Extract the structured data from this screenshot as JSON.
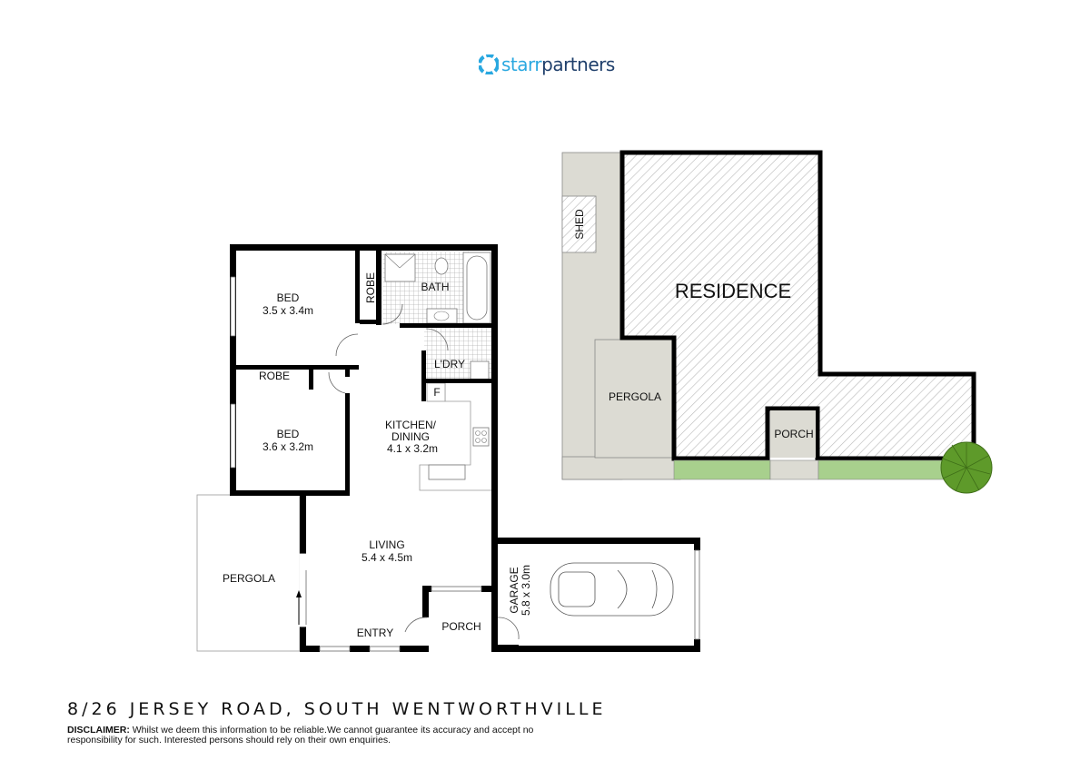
{
  "brand": {
    "name_part1": "starr",
    "name_part2": "partners",
    "accent_color": "#2aa8e0",
    "dark_color": "#1f3f6b"
  },
  "floor_plan": {
    "rooms": [
      {
        "id": "bed1",
        "name": "BED",
        "size": "3.5 x 3.4m"
      },
      {
        "id": "robe1",
        "name": "ROBE"
      },
      {
        "id": "bath",
        "name": "BATH"
      },
      {
        "id": "laundry",
        "name": "L'DRY"
      },
      {
        "id": "robe2",
        "name": "ROBE"
      },
      {
        "id": "fridge",
        "name": "F"
      },
      {
        "id": "bed2",
        "name": "BED",
        "size": "3.6 x 3.2m"
      },
      {
        "id": "kitchen",
        "name": "KITCHEN/",
        "name2": "DINING",
        "size": "4.1 x 3.2m"
      },
      {
        "id": "living",
        "name": "LIVING",
        "size": "5.4 x 4.5m"
      },
      {
        "id": "pergola",
        "name": "PERGOLA"
      },
      {
        "id": "entry",
        "name": "ENTRY"
      },
      {
        "id": "porch",
        "name": "PORCH"
      },
      {
        "id": "garage",
        "name": "GARAGE",
        "size": "5.8 x 3.0m"
      }
    ]
  },
  "site_plan": {
    "labels": {
      "residence": "RESIDENCE",
      "shed": "SHED",
      "pergola": "PERGOLA",
      "porch": "PORCH"
    },
    "colors": {
      "paving": "#dcdbd3",
      "lawn": "#a8d08d",
      "tree": "#5e9a2a",
      "hatch": "#bdbdbd"
    }
  },
  "footer": {
    "address": "8/26 JERSEY ROAD, SOUTH WENTWORTHVILLE",
    "disclaimer_label": "DISCLAIMER:",
    "disclaimer_text": " Whilst we deem this information to be reliable.We cannot guarantee its accuracy and accept no responsibility for such. Interested persons should rely on their own enquiries."
  }
}
